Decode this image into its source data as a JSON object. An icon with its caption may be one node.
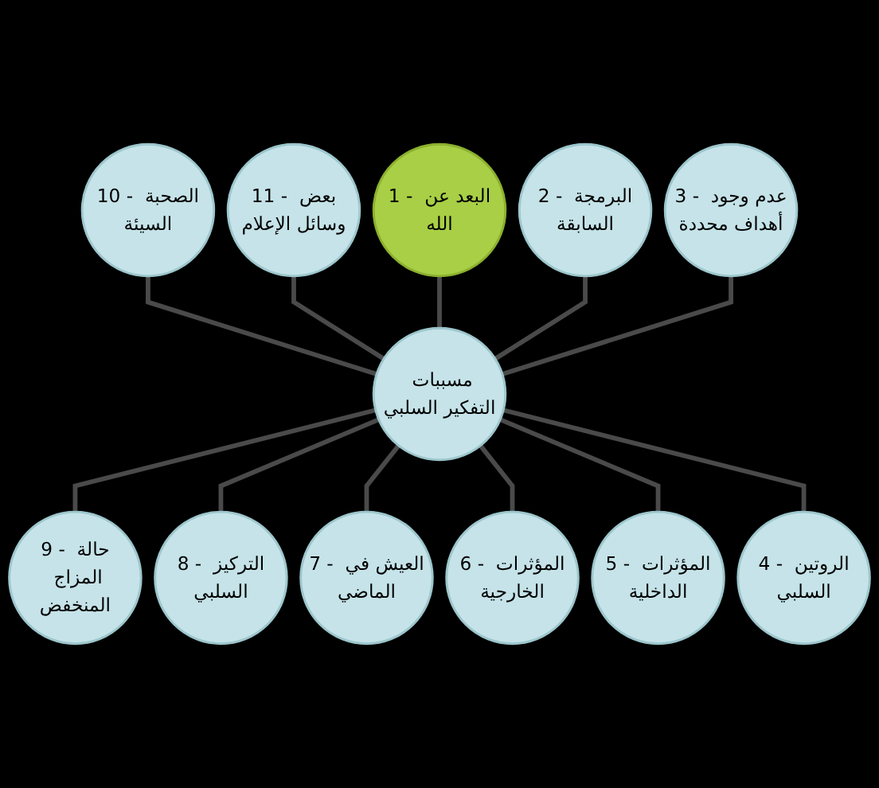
{
  "diagram": {
    "nodes": [
      {
        "text": [
          "مسببات التفكير السلبي"
        ]
      },
      {
        "text": [
          "1 - البعد عن الله"
        ]
      },
      {
        "text": [
          "2 - البرمجة السابقة"
        ]
      },
      {
        "text": [
          "3 - عدم وجود أهداف محددة"
        ]
      },
      {
        "text": [
          "4 - الروتين السلبي"
        ]
      },
      {
        "text": [
          "5 - المؤثرات الداخلية"
        ]
      },
      {
        "text": [
          "6 - المؤثرات الخارجية"
        ]
      },
      {
        "text": [
          "7 - العيش في الماضي"
        ]
      },
      {
        "text": [
          "8 - التركيز السلبي"
        ]
      },
      {
        "text": [
          "9 - حالة المزاج المنخفض"
        ]
      },
      {
        "text": [
          "10 - الصحبة السيئة"
        ]
      },
      {
        "text": [
          "11 - بعض وسائل الإعلام"
        ]
      }
    ],
    "edges": [
      {
        "from": 10,
        "to": 0,
        "arrow": "none"
      },
      {
        "from": 11,
        "to": 0,
        "arrow": "none"
      },
      {
        "from": 1,
        "to": 0,
        "arrow": "none"
      },
      {
        "from": 2,
        "to": 0,
        "arrow": "none"
      },
      {
        "from": 3,
        "to": 0,
        "arrow": "none"
      },
      {
        "from": 0,
        "to": 9,
        "arrow": "none"
      },
      {
        "from": 0,
        "to": 8,
        "arrow": "none"
      },
      {
        "from": 0,
        "to": 7,
        "arrow": "none"
      },
      {
        "from": 0,
        "to": 6,
        "arrow": "none"
      },
      {
        "from": 0,
        "to": 5,
        "arrow": "none"
      },
      {
        "from": 0,
        "to": 4,
        "arrow": "none"
      }
    ]
  }
}
